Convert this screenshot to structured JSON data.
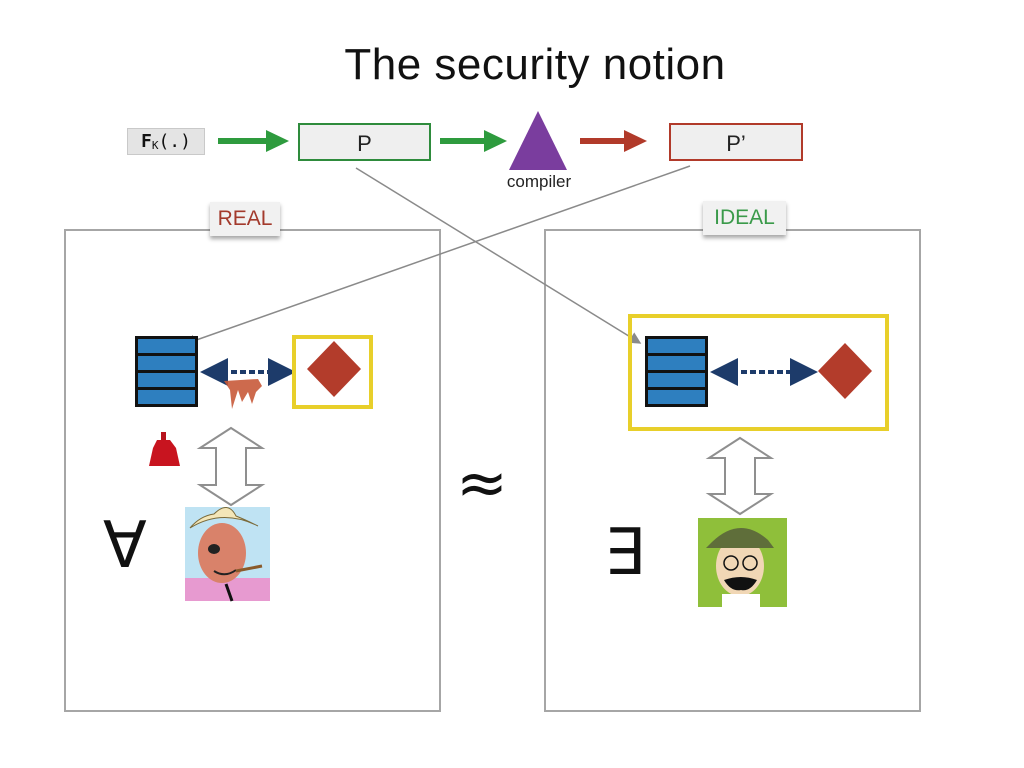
{
  "title": "The security notion",
  "function_box": {
    "main": "F",
    "subscript": "K",
    "args": "(.)"
  },
  "program_box": "P",
  "compiled_box": "P’",
  "compiler_label": "compiler",
  "real_tag": "REAL",
  "ideal_tag": "IDEAL",
  "forall_symbol": "∀",
  "exists_symbol": "∃",
  "approx_symbol": "≈",
  "colors": {
    "green_arrow": "#2e9b3e",
    "red_arrow": "#b13a2a",
    "compiler_triangle": "#7a3d9e",
    "server_blue": "#2e7fbf",
    "diamond": "#b33c2b",
    "highlight_yellow": "#e8cf2a",
    "real_label": "#a33a2c",
    "ideal_label": "#3a9a4a"
  },
  "icons": {
    "compiler": "purple-triangle-icon",
    "server": "server-stack-icon",
    "client": "red-diamond-icon",
    "leak": "ketchup-bottle-icon",
    "adversary": "cowboy-villain-portrait",
    "simulator": "bowler-hat-man-portrait"
  }
}
